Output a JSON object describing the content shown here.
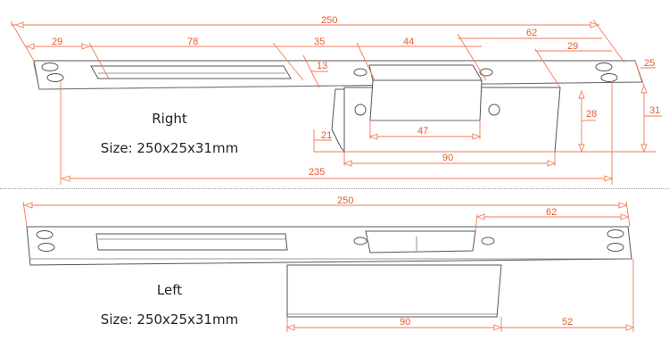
{
  "right": {
    "title": "Right",
    "size": "Size: 250x25x31mm",
    "dims": {
      "overall": "250",
      "d29a": "29",
      "d78": "78",
      "d35": "35",
      "d44": "44",
      "d62": "62",
      "d29b": "29",
      "d13": "13",
      "d25": "25",
      "d28": "28",
      "d31": "31",
      "d21": "21",
      "d47": "47",
      "d90": "90",
      "d235": "235"
    }
  },
  "left": {
    "title": "Left",
    "size": "Size: 250x25x31mm",
    "dims": {
      "overall": "250",
      "d62": "62",
      "d90": "90",
      "d52": "52"
    }
  },
  "colors": {
    "dimension": "#f07a55",
    "outline": "#555555"
  }
}
